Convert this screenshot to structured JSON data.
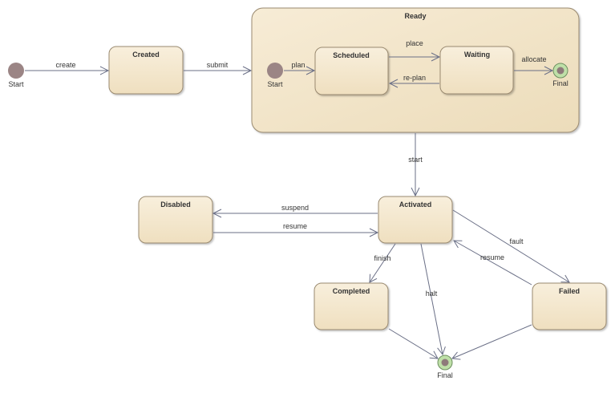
{
  "colors": {
    "state_fill": "#f5ead5",
    "state_fill_dark": "#efdfbf",
    "state_stroke": "#9a8a70",
    "edge": "#6a6f86",
    "start_fill": "#9b8585",
    "final_ring": "#bfe0a8",
    "final_dot": "#8e7a7a"
  },
  "states": {
    "ready": "Ready",
    "created": "Created",
    "scheduled": "Scheduled",
    "waiting": "Waiting",
    "disabled": "Disabled",
    "activated": "Activated",
    "completed": "Completed",
    "failed": "Failed"
  },
  "pseudo": {
    "start_outer": "Start",
    "start_inner": "Start",
    "final_inner": "Final",
    "final_main": "Final"
  },
  "transitions": {
    "create": "create",
    "submit": "submit",
    "plan": "plan",
    "place": "place",
    "re_plan": "re-plan",
    "allocate": "allocate",
    "start": "start",
    "suspend": "suspend",
    "resume_disabled": "resume",
    "fault": "fault",
    "resume_failed": "resume",
    "finish": "finish",
    "halt": "halt"
  }
}
